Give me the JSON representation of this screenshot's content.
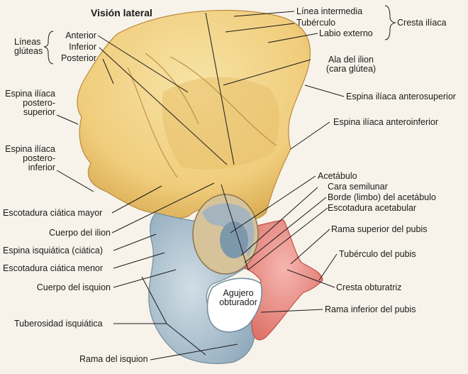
{
  "title": "Visión lateral",
  "labels": {
    "linea_intermedia": "Línea intermedia",
    "tuberculo": "Tubérculo",
    "labio_externo": "Labio externo",
    "cresta_iliaca": "Cresta ilíaca",
    "lineas_gluteas_1": "Líneas",
    "lineas_gluteas_2": "glúteas",
    "anterior": "Anterior",
    "inferior": "Inferior",
    "posterior": "Posterior",
    "ala_ilion_1": "Ala del ilion",
    "ala_ilion_2": "(cara glútea)",
    "espina_ant_sup": "Espina ilíaca anterosuperior",
    "espina_ant_inf": "Espina ilíaca anteroinferior",
    "espina_post_sup_1": "Espina ilíaca",
    "espina_post_sup_2": "postero-",
    "espina_post_sup_3": "superior",
    "espina_post_inf_1": "Espina ilíaca",
    "espina_post_inf_2": "postero-",
    "espina_post_inf_3": "inferior",
    "escotadura_mayor": "Escotadura ciática mayor",
    "cuerpo_ilion": "Cuerpo del ilion",
    "espina_isquiatica": "Espina isquiática (ciática)",
    "escotadura_menor": "Escotadura ciática menor",
    "cuerpo_isquion": "Cuerpo del isquion",
    "tuberosidad": "Tuberosidad isquiática",
    "rama_isquion": "Rama del isquion",
    "acetabulo": "Acetábulo",
    "cara_semilunar": "Cara semilunar",
    "borde_acetabulo": "Borde (limbo) del acetábulo",
    "escotadura_acetabular": "Escotadura acetabular",
    "rama_sup_pubis": "Rama superior del pubis",
    "tuberculo_pubis": "Tubérculo del pubis",
    "cresta_obturatriz": "Cresta obturatriz",
    "rama_inf_pubis": "Rama inferior del pubis",
    "agujero_1": "Agujero",
    "agujero_2": "obturador"
  },
  "colors": {
    "ilium": "#f2d58a",
    "ilium_dark": "#d9ab52",
    "ischium": "#b9cbd8",
    "ischium_dark": "#7f9cb0",
    "pubis": "#ef9a93",
    "pubis_dark": "#d86058",
    "line": "#1a1a1a"
  }
}
